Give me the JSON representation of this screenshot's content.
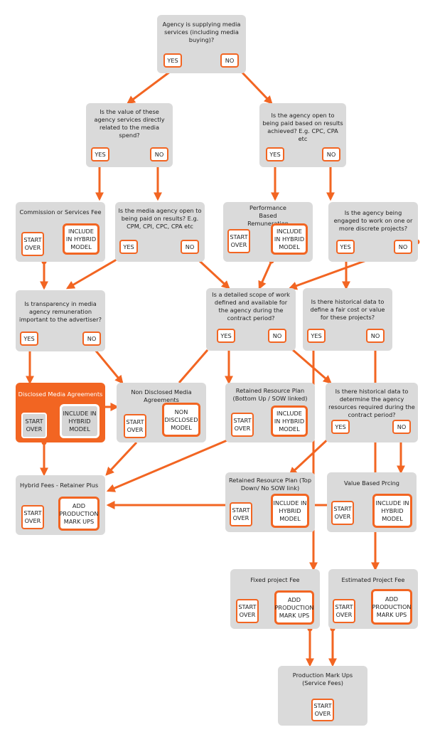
{
  "colors": {
    "accent": "#f26522",
    "box": "#dadada",
    "text": "#222222"
  },
  "labels": {
    "yes": "YES",
    "no": "NO",
    "start_over": "START OVER"
  },
  "nodes": {
    "q_media": {
      "title": "Agency is supplying media services (including media buying)?"
    },
    "q_value": {
      "title": "Is the value of these agency services directly related to the media spend?"
    },
    "q_results": {
      "title": "Is the agency open to being paid based on results achieved? E.g. CPC, CPA etc"
    },
    "commission": {
      "title": "Commission or Services Fee",
      "action": "INCLUDE IN HYBRID MODEL"
    },
    "q_paid_results": {
      "title": "Is the media agency open to being paid on results? E.g. CPM, CPI, CPC, CPA etc"
    },
    "performance": {
      "title": "Performance Based Remuneration",
      "action": "INCLUDE IN HYBRID MODEL"
    },
    "q_projects": {
      "title": "Is the agency being engaged to work on one or more discrete projects?"
    },
    "q_transparency": {
      "title": "Is transparency in media agency remuneration important to the advertiser?"
    },
    "q_scope": {
      "title": "Is a detailed scope of work defined and available for the agency during the contract period?"
    },
    "q_hist_projects": {
      "title": "Is there historical data to define a fair cost or value for these projects?"
    },
    "disclosed": {
      "title": "Disclosed Media Agreements",
      "action": "INCLUDE IN HYBRID MODEL"
    },
    "non_disclosed": {
      "title": "Non Disclosed Media Agreements",
      "action": "NON DISCLOSED MODEL"
    },
    "retained_bu": {
      "title": "Retained Resource Plan (Bottom Up / SOW linked)",
      "action": "INCLUDE IN HYBRID MODEL"
    },
    "q_hist_resources": {
      "title": "Is there historical data to determine the agency resources required during the contract period?"
    },
    "hybrid_retainer": {
      "title": "Hybrid Fees - Retainer Plus",
      "action": "ADD PRODUCTION MARK UPS"
    },
    "retained_td": {
      "title": "Retained Resource Plan (Top Down/ No SOW link)",
      "action": "INCLUDE IN HYBRID MODEL"
    },
    "value_based": {
      "title": "Value Based Prcing",
      "action": "INCLUDE IN HYBRID MODEL"
    },
    "fixed_project": {
      "title": "Fixed project Fee",
      "action": "ADD PRODUCTION MARK UPS"
    },
    "estimated_project": {
      "title": "Estimated Project Fee",
      "action": "ADD PRODUCTION MARK UPS"
    },
    "production": {
      "title": "Production Mark Ups (Service Fees)"
    }
  }
}
